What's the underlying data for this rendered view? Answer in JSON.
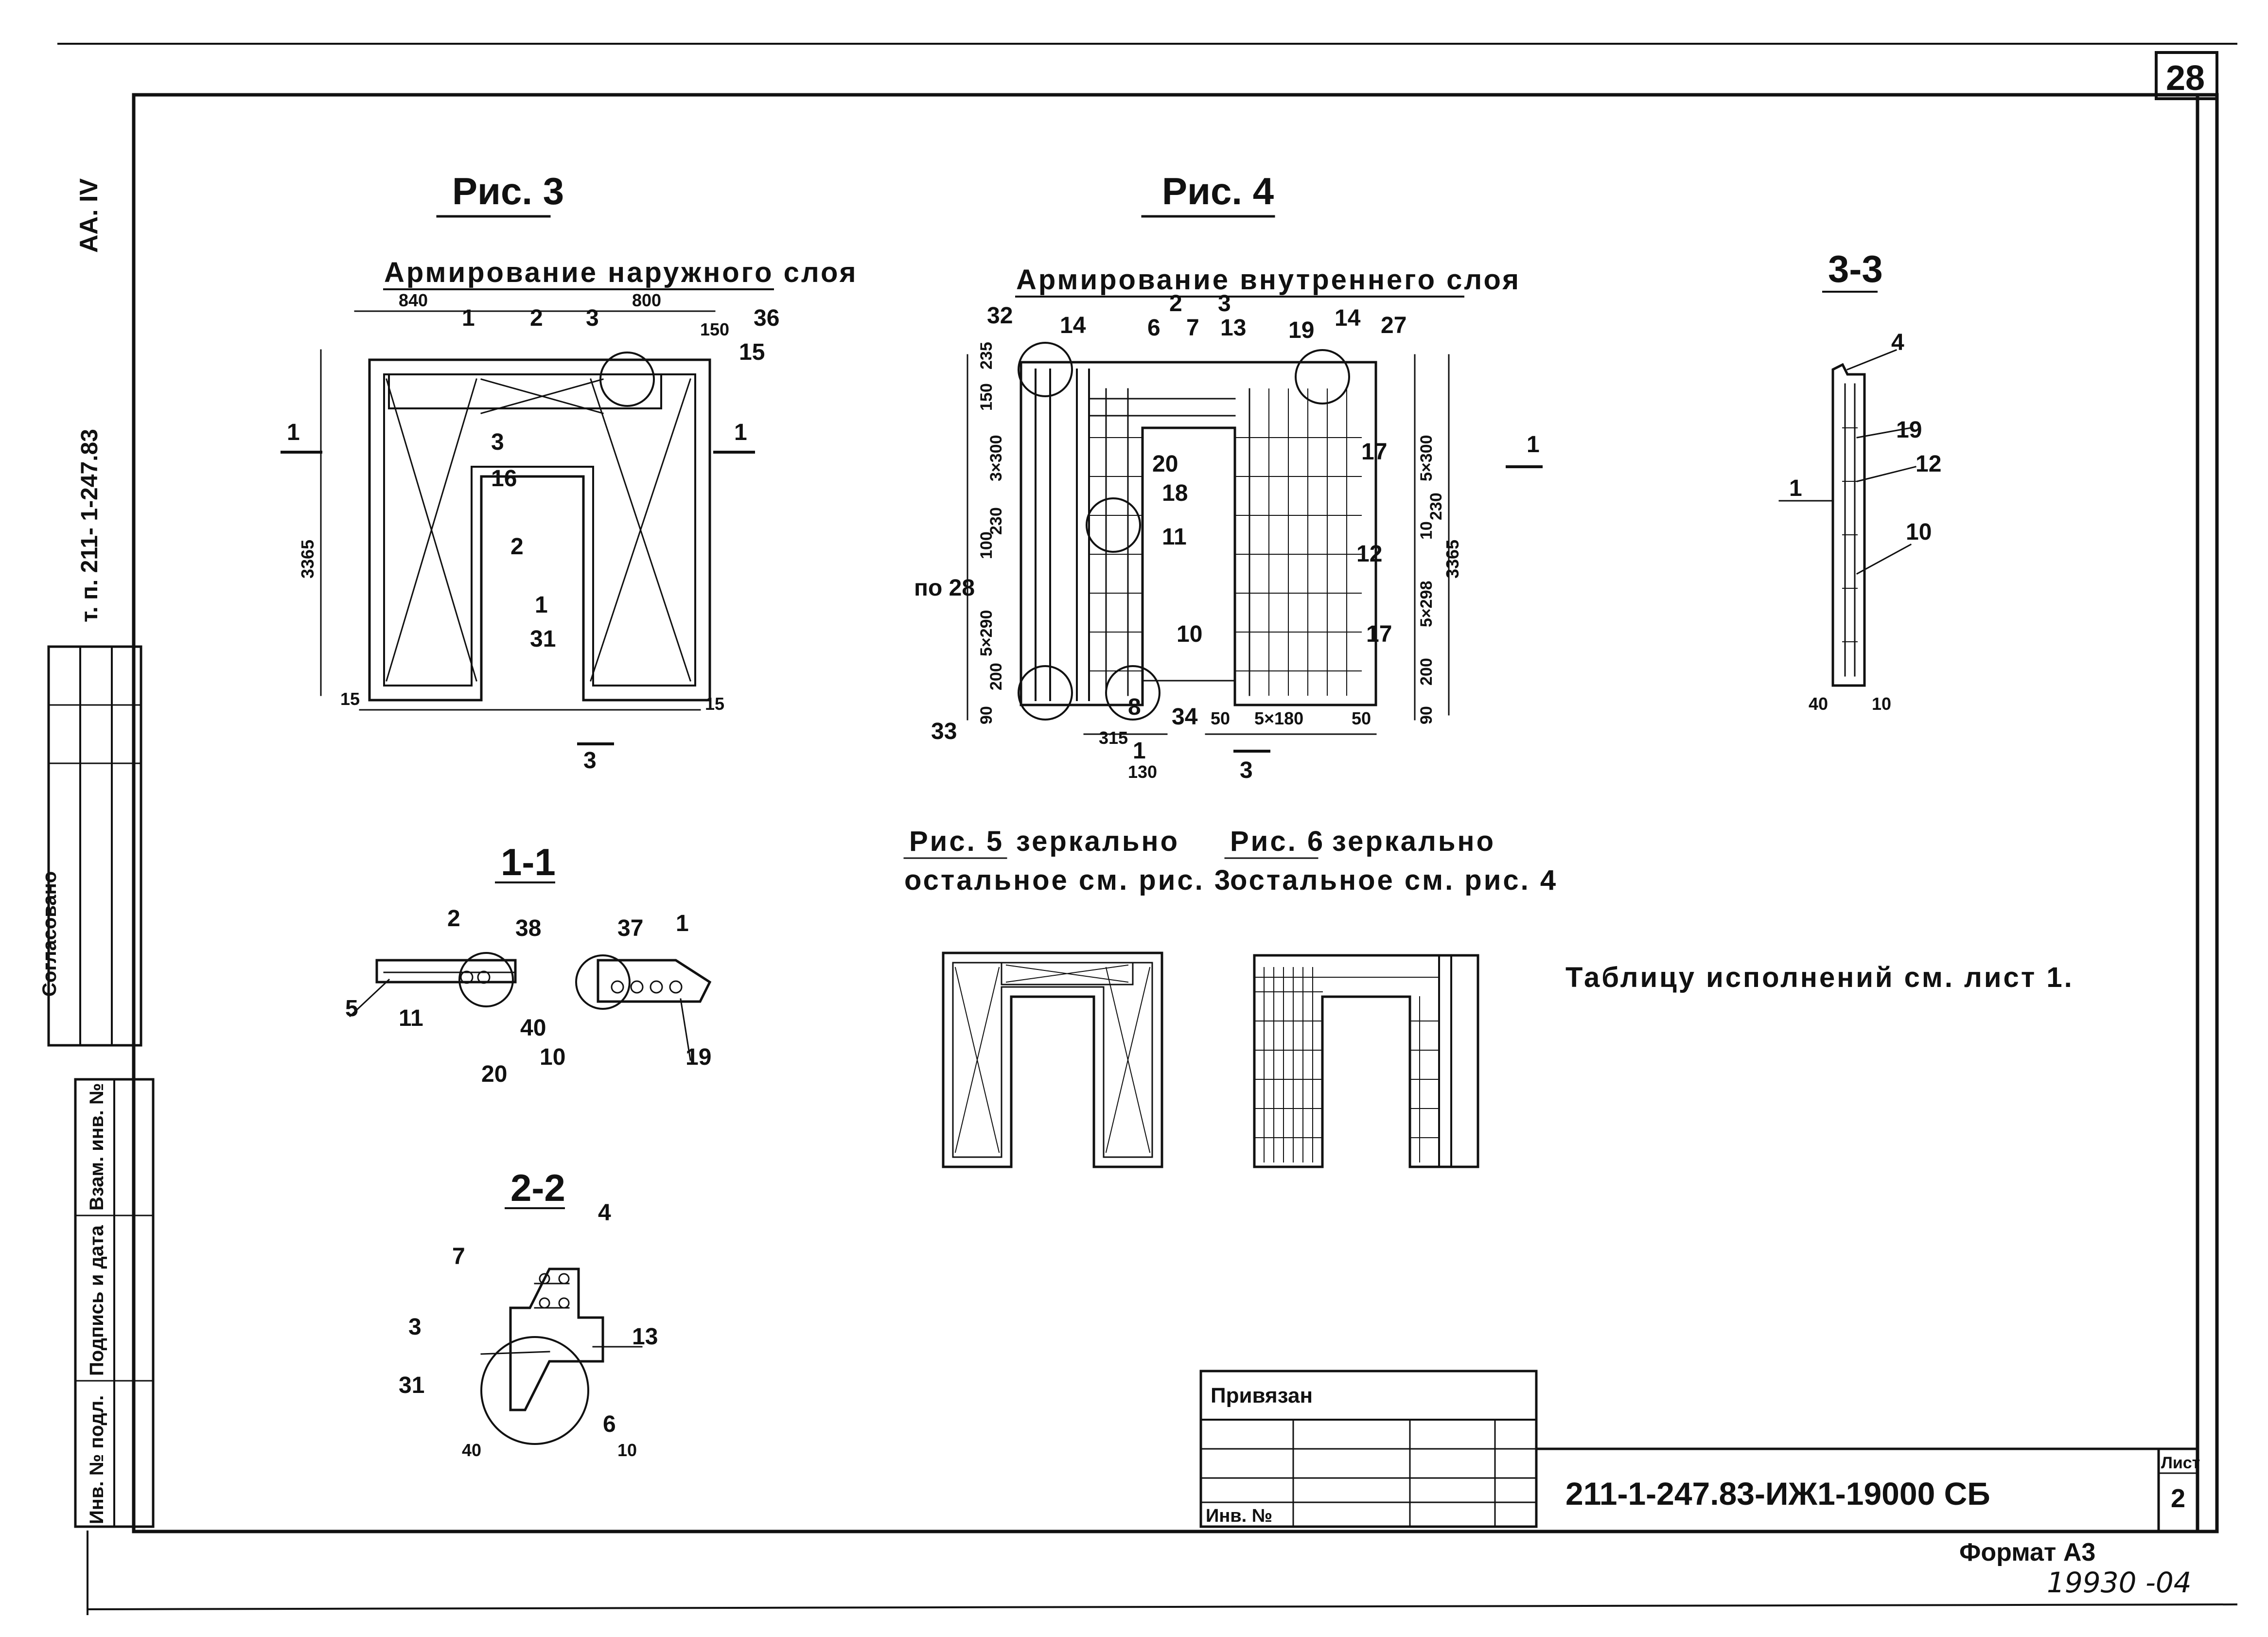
{
  "sheet": {
    "page_number": "28",
    "margin_code": "АА. IV",
    "margin_series": "т. п. 211- 1-247.83",
    "margin_agreed": "Согласовано",
    "side_stamp": [
      "Инв. № подл.",
      "Подпись и дата",
      "Взам. инв. №"
    ],
    "table_note": "Таблицу исполнений см. лист 1.",
    "format": "Формат А3",
    "handwritten_number": "19930 -04"
  },
  "title_block": {
    "bound_label": "Привязан",
    "inv_label": "Инв. №",
    "doc_code": "211-1-247.83-ИЖ1-19000 СБ",
    "sheet_label": "Лист",
    "sheet_number": "2"
  },
  "fig3": {
    "title": "Рис. 3",
    "subtitle": "Армирование наружного слоя",
    "labels": [
      "840",
      "800",
      "150",
      "36",
      "15",
      "1",
      "2",
      "3",
      "16",
      "2",
      "3",
      "1",
      "31",
      "3365",
      "15",
      "15",
      "1",
      "1",
      "3"
    ]
  },
  "fig4": {
    "title": "Рис. 4",
    "subtitle": "Армирование внутреннего слоя",
    "labels": [
      "32",
      "14",
      "6",
      "7",
      "13",
      "2",
      "3",
      "19",
      "14",
      "27",
      "150",
      "235",
      "3×300",
      "230",
      "100",
      "5×290",
      "200",
      "90",
      "по 28",
      "20",
      "18",
      "11",
      "10",
      "8",
      "33",
      "315",
      "130",
      "34",
      "50",
      "5×180",
      "50",
      "17",
      "12",
      "17",
      "5×300",
      "230",
      "10",
      "5×298",
      "200",
      "90",
      "3365",
      "1",
      "1",
      "3"
    ]
  },
  "fig5": {
    "title": "Рис. 5",
    "line1": "зеркально",
    "line2": "остальное см. рис. 3"
  },
  "fig6": {
    "title": "Рис. 6",
    "line1": "зеркально",
    "line2": "остальное см. рис. 4"
  },
  "sec11": {
    "title": "1-1",
    "labels": [
      "2",
      "38",
      "37",
      "1",
      "5",
      "11",
      "40",
      "10",
      "20",
      "19"
    ]
  },
  "sec22": {
    "title": "2-2",
    "labels": [
      "4",
      "7",
      "3",
      "13",
      "31",
      "6",
      "40",
      "10"
    ]
  },
  "sec33": {
    "title": "3-3",
    "labels": [
      "4",
      "19",
      "12",
      "10",
      "1",
      "40",
      "10"
    ]
  }
}
